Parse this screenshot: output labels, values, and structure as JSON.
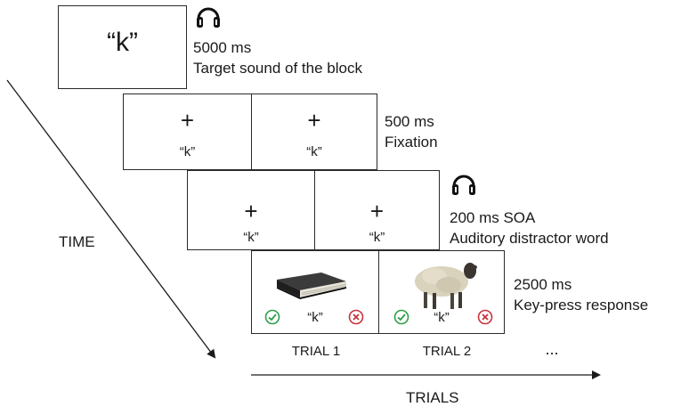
{
  "block_cue": {
    "text": "“k”"
  },
  "steps": [
    {
      "duration": "5000 ms",
      "description": "Target sound of the block"
    },
    {
      "duration": "500 ms",
      "description": "Fixation"
    },
    {
      "duration": "200 ms SOA",
      "description": "Auditory distractor word"
    },
    {
      "duration": "2500 ms",
      "description": "Key-press response"
    }
  ],
  "fixation": {
    "symbol": "+",
    "cue": "“k”"
  },
  "response": {
    "cue": "“k”"
  },
  "trials": [
    "TRIAL 1",
    "TRIAL 2"
  ],
  "ellipsis": "...",
  "axes": {
    "time": "TIME",
    "trials": "TRIALS"
  },
  "icons": {
    "headphones": "headphones-icon",
    "book": "book-icon",
    "sheep": "sheep-icon",
    "correct": "check-circle-icon",
    "incorrect": "x-circle-icon"
  },
  "colors": {
    "correct": "#2e9e4a",
    "incorrect": "#c8323c",
    "frame": "#2a2a2a"
  }
}
